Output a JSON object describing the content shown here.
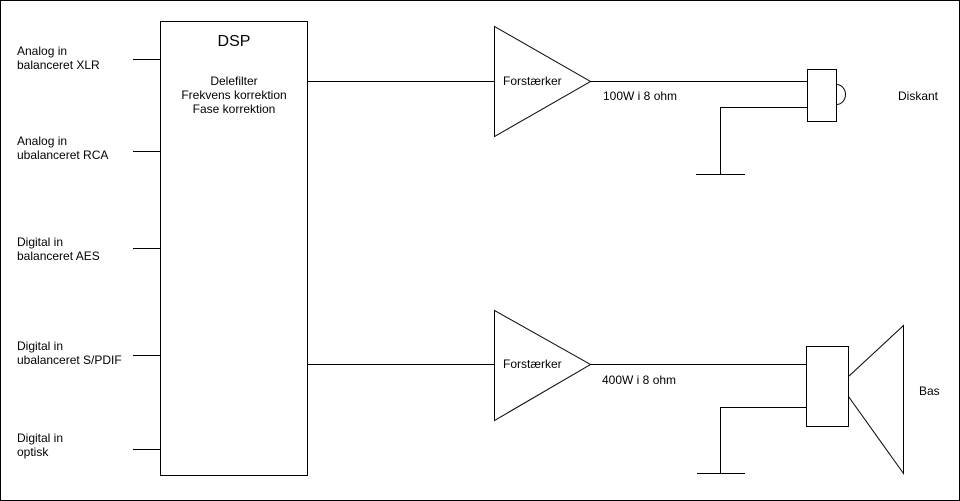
{
  "inputs": [
    {
      "line1": "Analog in",
      "line2": "balanceret XLR"
    },
    {
      "line1": "Analog in",
      "line2": "ubalanceret RCA"
    },
    {
      "line1": "Digital in",
      "line2": "balanceret AES"
    },
    {
      "line1": "Digital in",
      "line2": "ubalanceret S/PDIF"
    },
    {
      "line1": "Digital in",
      "line2": "optisk"
    }
  ],
  "dsp": {
    "title": "DSP",
    "functions": [
      "Delefilter",
      "Frekvens korrektion",
      "Fase korrektion"
    ]
  },
  "channels": [
    {
      "amplifier": "Forstærker",
      "power": "100W i 8 ohm",
      "speaker": "Diskant"
    },
    {
      "amplifier": "Forstærker",
      "power": "400W i 8 ohm",
      "speaker": "Bas"
    }
  ]
}
